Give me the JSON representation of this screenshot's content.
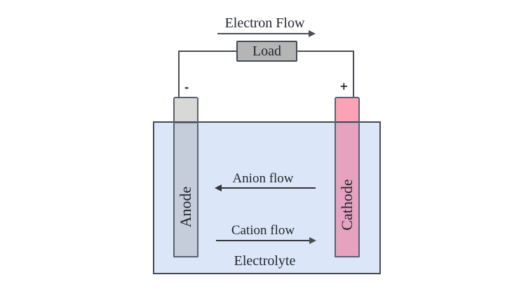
{
  "diagram": {
    "title_hint": "electrochemical-cell",
    "electron_flow_label": "Electron Flow",
    "load_label": "Load",
    "anode_sign": "-",
    "cathode_sign": "+",
    "anode_label": "Anode",
    "cathode_label": "Cathode",
    "anion_flow_label": "Anion flow",
    "cation_flow_label": "Cation flow",
    "electrolyte_label": "Electrolyte",
    "colors": {
      "text": "#23262e",
      "wire": "#4a4d52",
      "border_dark": "#434a57",
      "electrode_border": "#5a6270",
      "load_fill": "#b5b5b5",
      "electrolyte_fill": "#dbe7f8",
      "anode_fill": "#d8d8d6",
      "anode_submerged": "#c4cdd9",
      "cathode_fill": "#fba3b5",
      "cathode_submerged": "#e7a3bd",
      "ion_arrow": "#32363d"
    }
  }
}
